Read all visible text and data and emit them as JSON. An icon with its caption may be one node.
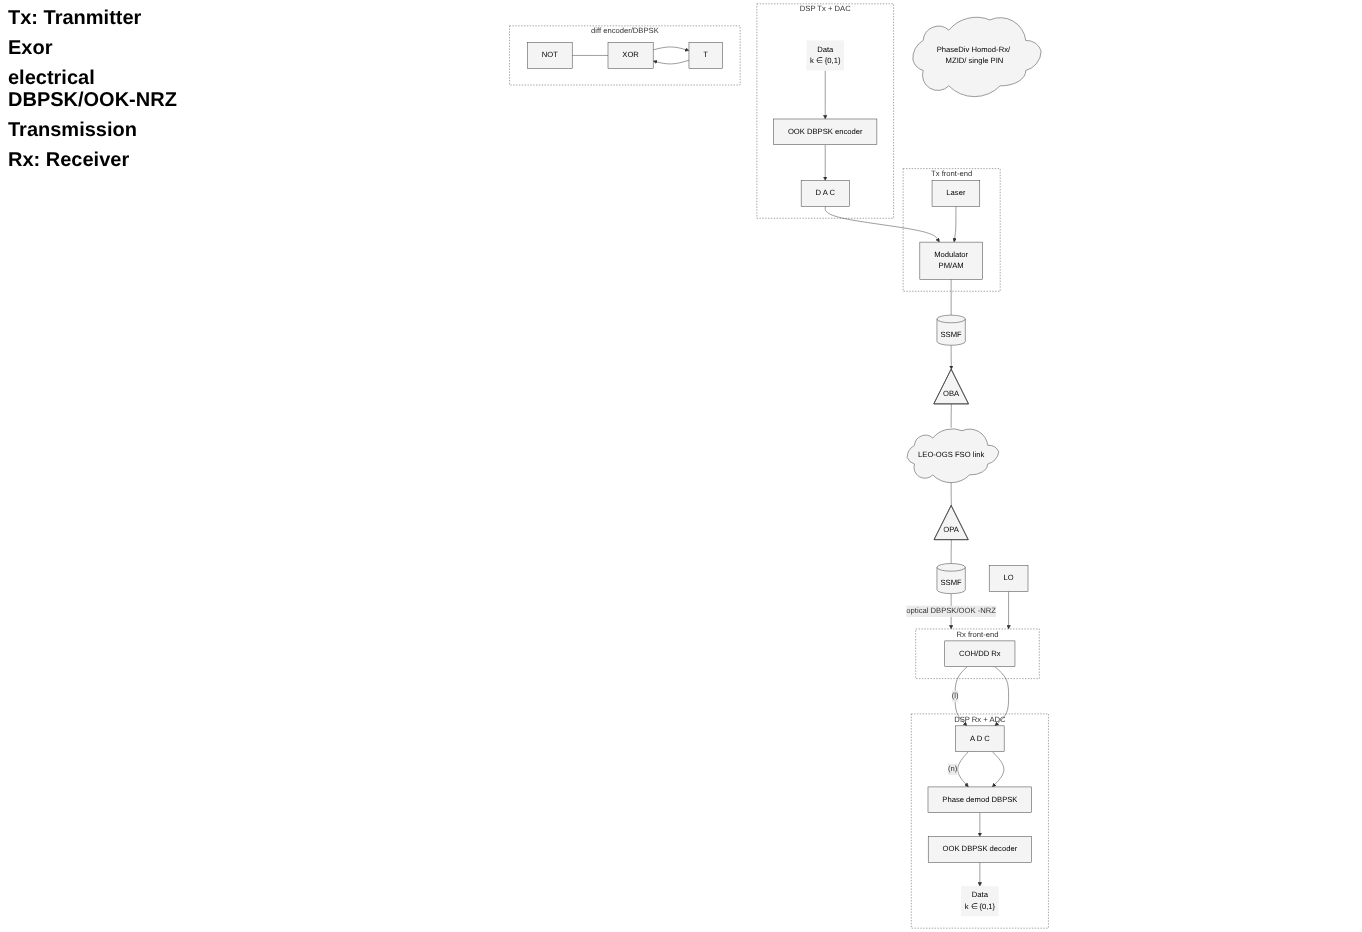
{
  "diagram": {
    "nodes": [
      {
        "text": [
          "DSP Tx + DAC"
        ]
      },
      {
        "text": [
          "Data",
          "k ∈ {0,1}"
        ],
        "in": 0
      },
      {
        "text": [
          "OOK DBPSK encoder"
        ],
        "in": 0
      },
      {
        "text": [
          "D A C"
        ],
        "in": 0
      },
      {
        "text": [
          "Tx front-end"
        ]
      },
      {
        "text": [
          "Laser"
        ],
        "in": 4
      },
      {
        "text": [
          "Modulator",
          "PM/AM"
        ],
        "in": 4
      },
      {
        "text": [
          "SSMF"
        ]
      },
      {
        "text": [
          "OBA"
        ]
      },
      {
        "text": [
          "LEO-OGS FSO link"
        ]
      },
      {
        "text": [
          "OPA"
        ]
      },
      {
        "text": [
          "SSMF"
        ]
      },
      {
        "text": [
          "Rx front-end"
        ]
      },
      {
        "text": [
          "COH/DD Rx"
        ],
        "in": 12
      },
      {
        "text": [
          "LO"
        ]
      },
      {
        "text": [
          "DSP Rx + ADC"
        ]
      },
      {
        "text": [
          "A D C"
        ],
        "in": 15
      },
      {
        "text": [
          "Phase demod DBPSK"
        ],
        "in": 15
      },
      {
        "text": [
          "OOK DBPSK decoder"
        ],
        "in": 15
      },
      {
        "text": [
          "Data",
          "k ∈ {0,1}"
        ],
        "in": 15
      },
      {
        "text": [
          "diff encoder/DBPSK"
        ]
      },
      {
        "text": [
          "NOT"
        ],
        "in": 20
      },
      {
        "text": [
          "XOR"
        ],
        "in": 20
      },
      {
        "text": [
          "T"
        ],
        "in": 20
      },
      {
        "text": [
          "PhaseDiv Homod-Rx/ MZID/ single PIN"
        ]
      }
    ],
    "edges": [
      {
        "from": 1,
        "to": 2,
        "arrow": "to"
      },
      {
        "from": 2,
        "to": 3,
        "arrow": "to"
      },
      {
        "from": 3,
        "to": 6,
        "arrow": "to"
      },
      {
        "from": 5,
        "to": 6,
        "arrow": "to"
      },
      {
        "from": 6,
        "to": 7,
        "arrow": "none"
      },
      {
        "from": 7,
        "to": 8,
        "arrow": "to"
      },
      {
        "from": 8,
        "to": 9,
        "arrow": "none"
      },
      {
        "from": 9,
        "to": 10,
        "arrow": "none"
      },
      {
        "from": 10,
        "to": 11,
        "arrow": "none"
      },
      {
        "from": 11,
        "to": 12,
        "arrow": "to",
        "label": "optical DBPSK/OOK -NRZ"
      },
      {
        "from": 14,
        "to": 12,
        "arrow": "to"
      },
      {
        "from": 13,
        "to": 16,
        "arrow": "to",
        "label": "(l)"
      },
      {
        "from": 13,
        "to": 16,
        "arrow": "to"
      },
      {
        "from": 16,
        "to": 17,
        "arrow": "to",
        "label": "(n)"
      },
      {
        "from": 16,
        "to": 17,
        "arrow": "to"
      },
      {
        "from": 17,
        "to": 18,
        "arrow": "to"
      },
      {
        "from": 18,
        "to": 19,
        "arrow": "to"
      },
      {
        "from": 21,
        "to": 22,
        "arrow": "none"
      },
      {
        "from": 22,
        "to": 23,
        "arrow": "to"
      },
      {
        "from": 23,
        "to": 22,
        "arrow": "to"
      }
    ],
    "labels": [
      "Tx: Tranmitter",
      "Exor",
      "electrical DBPSK/OOK-NRZ",
      "Transmission",
      "Rx: Receiver"
    ]
  }
}
